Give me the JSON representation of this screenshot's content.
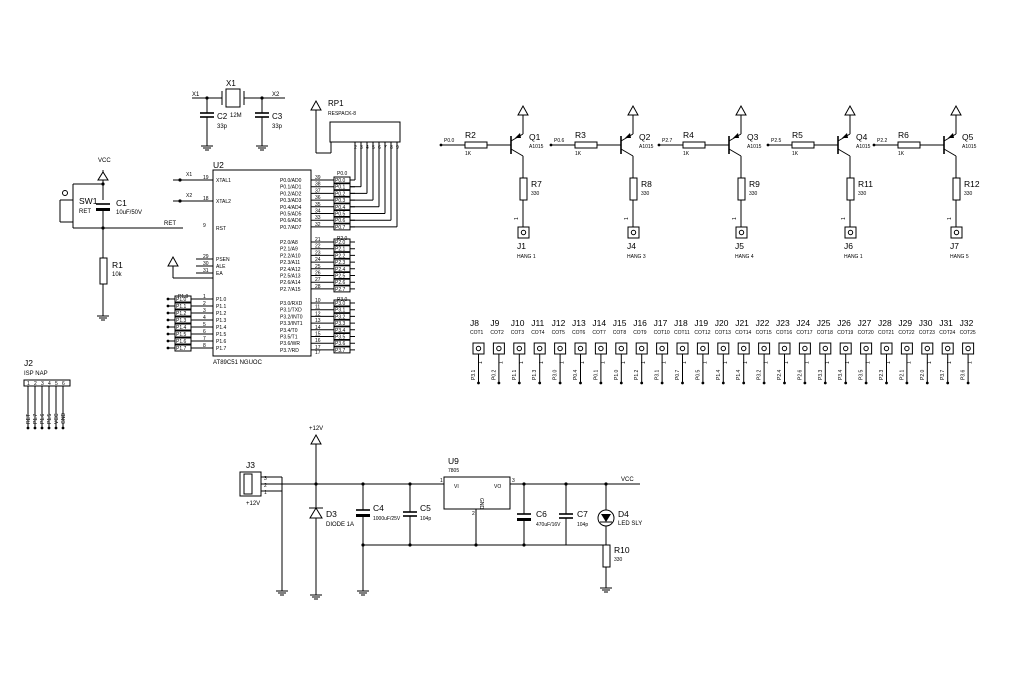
{
  "schematic": {
    "mcu": {
      "ref": "U2",
      "part": "AT89C51 NGUOC",
      "left_pins": [
        {
          "num": "19",
          "name": "XTAL1"
        },
        {
          "num": "18",
          "name": "XTAL2"
        },
        {
          "num": "9",
          "name": "RST"
        },
        {
          "num": "29",
          "name": "PSEN"
        },
        {
          "num": "30",
          "name": "ALE"
        },
        {
          "num": "31",
          "name": "EA"
        },
        {
          "num": "1",
          "name": "P1.0"
        },
        {
          "num": "2",
          "name": "P1.1"
        },
        {
          "num": "3",
          "name": "P1.2"
        },
        {
          "num": "4",
          "name": "P1.3"
        },
        {
          "num": "5",
          "name": "P1.4"
        },
        {
          "num": "6",
          "name": "P1.5"
        },
        {
          "num": "7",
          "name": "P1.6"
        },
        {
          "num": "8",
          "name": "P1.7"
        }
      ],
      "p0_pins": [
        {
          "num": "39",
          "name": "P0.0/AD0",
          "net": "P0.0"
        },
        {
          "num": "38",
          "name": "P0.1/AD1",
          "net": "P0.1"
        },
        {
          "num": "37",
          "name": "P0.2/AD2",
          "net": "P0.2"
        },
        {
          "num": "36",
          "name": "P0.3/AD3",
          "net": "P0.3"
        },
        {
          "num": "35",
          "name": "P0.4/AD4",
          "net": "P0.4"
        },
        {
          "num": "34",
          "name": "P0.5/AD5",
          "net": "P0.5"
        },
        {
          "num": "33",
          "name": "P0.6/AD6",
          "net": "P0.6"
        },
        {
          "num": "32",
          "name": "P0.7/AD7",
          "net": "P0.7"
        }
      ],
      "p2_pins": [
        {
          "num": "21",
          "name": "P2.0/A8",
          "net": "P2.0"
        },
        {
          "num": "22",
          "name": "P2.1/A9",
          "net": "P2.1"
        },
        {
          "num": "23",
          "name": "P2.2/A10",
          "net": "P2.2"
        },
        {
          "num": "24",
          "name": "P2.3/A11",
          "net": "P2.3"
        },
        {
          "num": "25",
          "name": "P2.4/A12",
          "net": "P2.4"
        },
        {
          "num": "26",
          "name": "P2.5/A13",
          "net": "P2.5"
        },
        {
          "num": "27",
          "name": "P2.6/A14",
          "net": "P2.6"
        },
        {
          "num": "28",
          "name": "P2.7/A15",
          "net": "P2.7"
        }
      ],
      "p3_pins": [
        {
          "num": "10",
          "name": "P3.0/RXD",
          "net": "P3.0"
        },
        {
          "num": "11",
          "name": "P3.1/TXD",
          "net": "P3.1"
        },
        {
          "num": "12",
          "name": "P3.2/INT0",
          "net": "P3.2"
        },
        {
          "num": "13",
          "name": "P3.3/INT1",
          "net": "P3.3"
        },
        {
          "num": "14",
          "name": "P3.4/T0",
          "net": "P3.4"
        },
        {
          "num": "15",
          "name": "P3.5/T1",
          "net": "P3.5"
        },
        {
          "num": "16",
          "name": "P3.6/WR",
          "net": "P3.6"
        },
        {
          "num": "17",
          "name": "P3.7/RD",
          "net": "P3.7"
        }
      ]
    },
    "crystal": {
      "ref": "X1",
      "value": "12M",
      "net_a": "X1",
      "net_b": "X2"
    },
    "c2": {
      "ref": "C2",
      "value": "33p"
    },
    "c3": {
      "ref": "C3",
      "value": "33p"
    },
    "rp1": {
      "ref": "RP1",
      "part": "RESPACK-8"
    },
    "vcc_label": "VCC",
    "reset": {
      "sw_ref": "SW1",
      "sw_label": "RET",
      "c_ref": "C1",
      "c_value": "10uF/50V",
      "r_ref": "R1",
      "r_value": "10k",
      "net": "RET"
    },
    "drivers": [
      {
        "q_ref": "Q1",
        "q_part": "A1015",
        "rb_ref": "R2",
        "rb_value": "1K",
        "net": "P0.0",
        "rc_ref": "R7",
        "rc_value": "330",
        "j_ref": "J1",
        "j_label": "HANG 1"
      },
      {
        "q_ref": "Q2",
        "q_part": "A1015",
        "rb_ref": "R3",
        "rb_value": "1K",
        "net": "P0.6",
        "rc_ref": "R8",
        "rc_value": "330",
        "j_ref": "J4",
        "j_label": "HANG 3"
      },
      {
        "q_ref": "Q3",
        "q_part": "A1015",
        "rb_ref": "R4",
        "rb_value": "1K",
        "net": "P2.7",
        "rc_ref": "R9",
        "rc_value": "330",
        "j_ref": "J5",
        "j_label": "HANG 4"
      },
      {
        "q_ref": "Q4",
        "q_part": "A1015",
        "rb_ref": "R5",
        "rb_value": "1K",
        "net": "P2.5",
        "rc_ref": "R11",
        "rc_value": "330",
        "j_ref": "J6",
        "j_label": "HANG 1"
      },
      {
        "q_ref": "Q5",
        "q_part": "A1015",
        "rb_ref": "R6",
        "rb_value": "1K",
        "net": "P2.2",
        "rc_ref": "R12",
        "rc_value": "330",
        "j_ref": "J7",
        "j_label": "HANG 5"
      }
    ],
    "column_headers": [
      {
        "ref": "J8",
        "label": "COT1",
        "net": "P3.1"
      },
      {
        "ref": "J9",
        "label": "COT2",
        "net": "P0.2"
      },
      {
        "ref": "J10",
        "label": "COT3",
        "net": "P1.1"
      },
      {
        "ref": "J11",
        "label": "COT4",
        "net": "P1.3"
      },
      {
        "ref": "J12",
        "label": "COT5",
        "net": "P3.0"
      },
      {
        "ref": "J13",
        "label": "COT6",
        "net": "P0.4"
      },
      {
        "ref": "J14",
        "label": "COT7",
        "net": "P0.1"
      },
      {
        "ref": "J15",
        "label": "COT8",
        "net": "P1.0"
      },
      {
        "ref": "J16",
        "label": "COT9",
        "net": "P1.2"
      },
      {
        "ref": "J17",
        "label": "COT10",
        "net": "P3.1"
      },
      {
        "ref": "J18",
        "label": "COT11",
        "net": "P0.7"
      },
      {
        "ref": "J19",
        "label": "COT12",
        "net": "P0.5"
      },
      {
        "ref": "J20",
        "label": "COT13",
        "net": "P1.4"
      },
      {
        "ref": "J21",
        "label": "COT14",
        "net": "P1.4"
      },
      {
        "ref": "J22",
        "label": "COT15",
        "net": "P3.2"
      },
      {
        "ref": "J23",
        "label": "COT16",
        "net": "P2.4"
      },
      {
        "ref": "J24",
        "label": "COT17",
        "net": "P2.6"
      },
      {
        "ref": "J25",
        "label": "COT18",
        "net": "P3.3"
      },
      {
        "ref": "J26",
        "label": "COT19",
        "net": "P3.4"
      },
      {
        "ref": "J27",
        "label": "COT20",
        "net": "P3.5"
      },
      {
        "ref": "J28",
        "label": "COT21",
        "net": "P2.3"
      },
      {
        "ref": "J29",
        "label": "COT22",
        "net": "P2.1"
      },
      {
        "ref": "J30",
        "label": "COT23",
        "net": "P2.0"
      },
      {
        "ref": "J31",
        "label": "COT24",
        "net": "P3.7"
      },
      {
        "ref": "J32",
        "label": "COT25",
        "net": "P3.6"
      }
    ],
    "isp": {
      "ref": "J2",
      "label": "ISP NAP",
      "pins": [
        "RET",
        "P1.7",
        "P1.6",
        "P1.5",
        "VCC",
        "GND"
      ]
    },
    "power": {
      "j3_ref": "J3",
      "j3_label": "+12V",
      "v12_label": "+12V",
      "d3_ref": "D3",
      "d3_label": "DIODE 1A",
      "c4_ref": "C4",
      "c4_value": "1000uF/25V",
      "c5_ref": "C5",
      "c5_value": "104p",
      "u9_ref": "U9",
      "u9_part": "7805",
      "u9_vi": "VI",
      "u9_vo": "VO",
      "u9_gnd": "GND",
      "c6_ref": "C6",
      "c6_value": "470uF/16V",
      "c7_ref": "C7",
      "c7_value": "104p",
      "d4_ref": "D4",
      "d4_label": "LED SLY",
      "r10_ref": "R10",
      "r10_value": "330",
      "vcc_label": "VCC"
    }
  }
}
